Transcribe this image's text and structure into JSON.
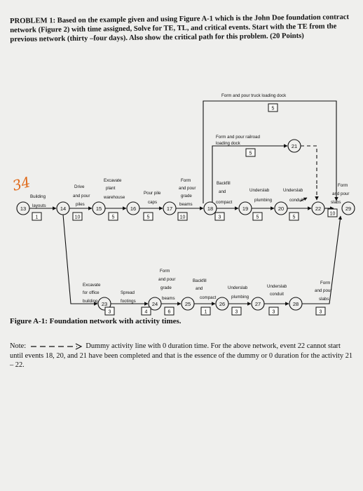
{
  "problem": {
    "label": "PROBLEM 1:",
    "text": "Based on the example given and using Figure A-1 which is the John Doe foundation contract network (Figure 2) with time assigned, Solve for TE, TL, and critical events. Start with the TE from the previous network (thirty –four days). Also show the critical path for this problem. (20 Points)"
  },
  "handwritten": "34",
  "nodes": [
    "13",
    "14",
    "15",
    "16",
    "17",
    "18",
    "19",
    "20",
    "21",
    "22",
    "23",
    "24",
    "25",
    "26",
    "27",
    "28",
    "29"
  ],
  "durations": {
    "building_layouts": "1",
    "drive_piles": "10",
    "excavate_plant": "5",
    "pour_pile_caps": "5",
    "form_grade_beams_top": "10",
    "backfill_compact_top": "3",
    "underslab_plumbing_top": "5",
    "underslab_conduit_top": "5",
    "form_slabs_top": "10",
    "form_dock": "5",
    "form_railroad_dock": "5",
    "excavate_office": "3",
    "spread_footings": "4",
    "form_grade_beams_bottom": "6",
    "backfill_compact_bottom": "1",
    "underslab_plumbing_bottom": "3",
    "underslab_conduit_bottom": "3",
    "form_slabs_bottom": "3"
  },
  "labels": {
    "building": "Building",
    "layouts": "layouts",
    "drive_1": "Drive",
    "drive_2": "and pour",
    "drive_3": "piles",
    "excavate_1": "Excavate",
    "excavate_2": "plant",
    "excavate_3": "warehouse",
    "pile_1": "Pour pile",
    "pile_2": "caps",
    "fgb_1": "Form",
    "fgb_2": "and pour",
    "fgb_3": "grade",
    "fgb_4": "beams",
    "bf_1": "Backfill",
    "bf_2": "and",
    "bf_3": "compact",
    "up_1": "Underslab",
    "up_2": "plumbing",
    "uc_1": "Underslab",
    "uc_2": "conduit",
    "fs_1": "Form",
    "fs_2": "and pour",
    "fs_3": "slabs",
    "dock": "Form and pour truck loading dock",
    "rr_1": "Form and pour railroad",
    "rr_2": "loading dock",
    "eo_1": "Excavate",
    "eo_2": "for office",
    "eo_3": "building",
    "sf_1": "Spread",
    "sf_2": "footings",
    "fgb2_1": "Form",
    "fgb2_2": "and pour",
    "fgb2_3": "grade",
    "fgb2_4": "beams",
    "bf2_1": "Backfill",
    "bf2_2": "and",
    "bf2_3": "compact",
    "up2_1": "Underslab",
    "up2_2": "plumbing",
    "uc2_1": "Underslab",
    "uc2_2": "conduit",
    "fs2_1": "Form",
    "fs2_2": "and pour",
    "fs2_3": "slabs"
  },
  "caption": "Figure A-1: Foundation network with activity times.",
  "note": {
    "label": "Note:",
    "dummy": "Dummy activity line with 0 duration time. For the above network, event 22 cannot start until events 18, 20, and 21 have been completed and that is the essence of the dummy or 0 duration for the activity 21 – 22."
  }
}
